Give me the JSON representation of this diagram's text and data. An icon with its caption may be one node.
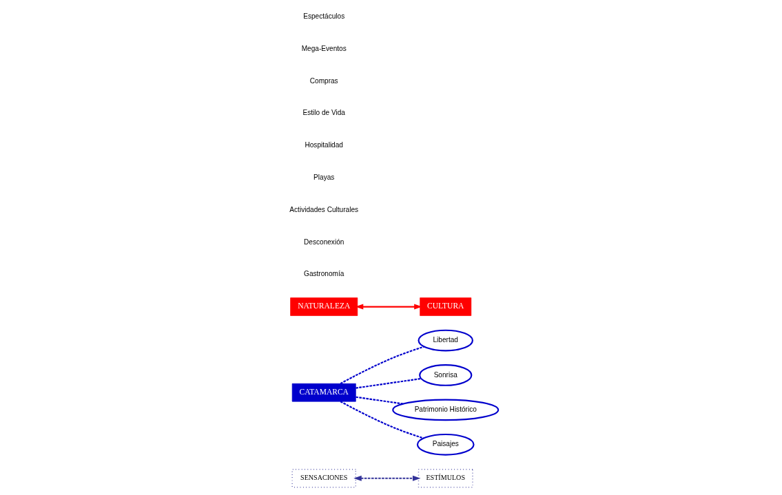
{
  "diagram": {
    "nodes": [
      {
        "text": [
          "SENSACIONES"
        ]
      },
      {
        "text": [
          "Libertad"
        ]
      },
      {
        "text": [
          "Sonrisa"
        ]
      },
      {
        "text": [
          "CATAMARCA"
        ]
      },
      {
        "text": [
          "Patrimonio Histórico"
        ]
      },
      {
        "text": [
          "CULTURA"
        ]
      },
      {
        "text": [
          "NATURALEZA"
        ]
      },
      {
        "text": [
          "Paisajes"
        ]
      },
      {
        "text": [
          "ESTÍMULOS"
        ]
      }
    ],
    "edges": [
      {
        "from": 0,
        "to": 8,
        "arrow": "both",
        "style": "dashed",
        "color": "#333399"
      },
      {
        "from": 6,
        "to": 5,
        "arrow": "both",
        "color": "#ff0000"
      },
      {
        "from": 3,
        "to": 1,
        "arrow": "none",
        "style": "dashed"
      },
      {
        "from": 3,
        "to": 2,
        "arrow": "none",
        "style": "dashed"
      },
      {
        "from": 3,
        "to": 4,
        "arrow": "none",
        "style": "dashed"
      },
      {
        "from": 3,
        "to": 7,
        "arrow": "none",
        "style": "dashed"
      }
    ],
    "labels": [
      "Gastronomía",
      "Desconexión",
      "Actividades Culturales",
      "Playas",
      "Hospitalidad",
      "Estilo de Vida",
      "Compras",
      "Mega-Eventos",
      "Espectáculos"
    ]
  }
}
